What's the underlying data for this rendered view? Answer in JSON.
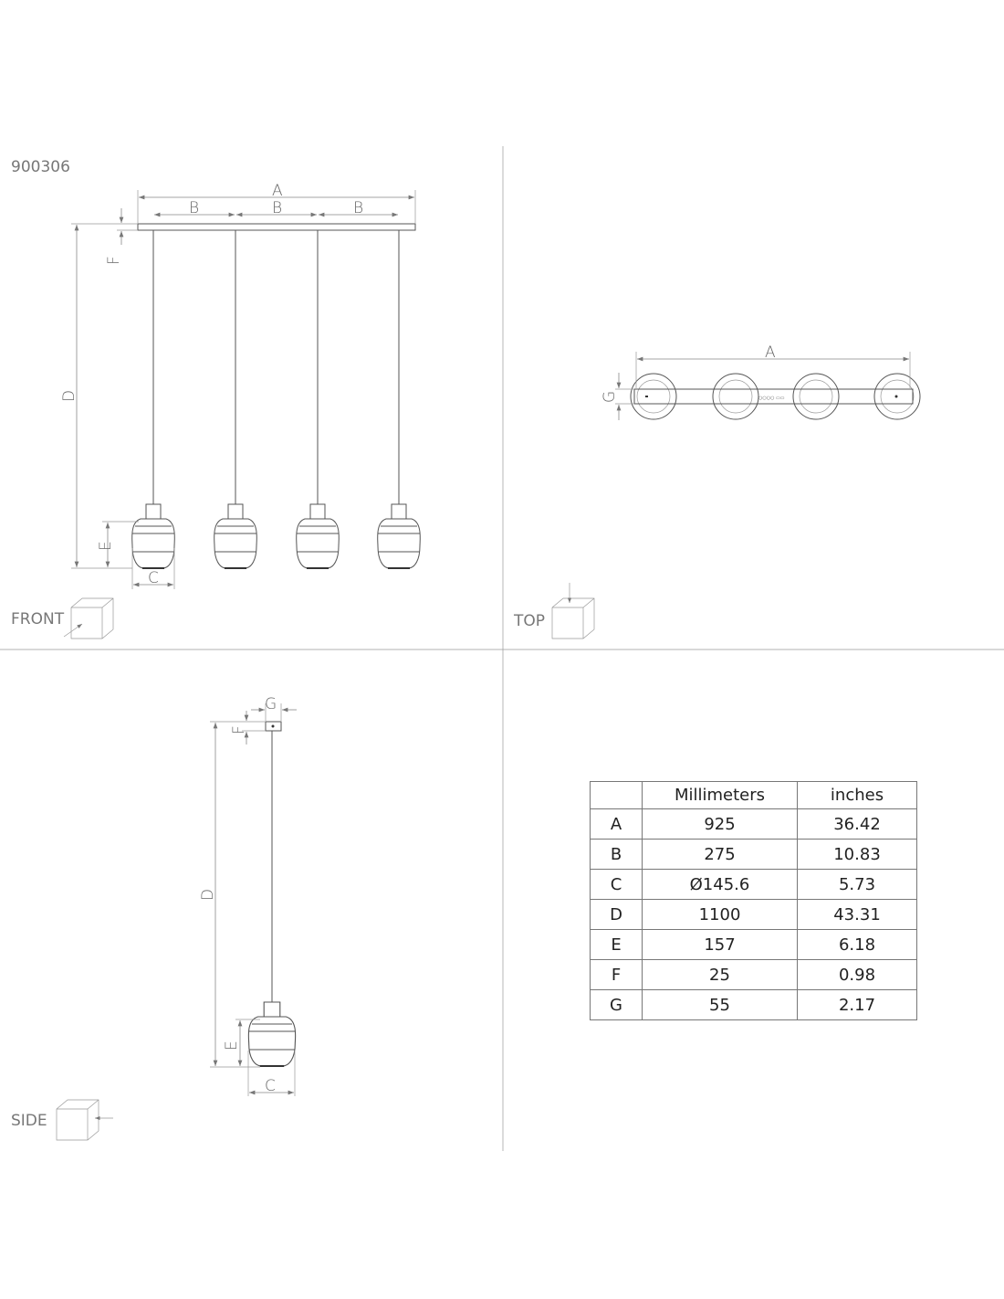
{
  "product_code": "900306",
  "views": {
    "front": "FRONT",
    "top": "TOP",
    "side": "SIDE"
  },
  "dimension_labels": {
    "A": "A",
    "B": "B",
    "C": "C",
    "D": "D",
    "E": "E",
    "F": "F",
    "G": "G"
  },
  "table": {
    "headers": [
      "",
      "Millimeters",
      "inches"
    ],
    "rows": [
      {
        "key": "A",
        "mm": "925",
        "in": "36.42"
      },
      {
        "key": "B",
        "mm": "275",
        "in": "10.83"
      },
      {
        "key": "C",
        "mm": "Ø145.6",
        "in": "5.73"
      },
      {
        "key": "D",
        "mm": "1100",
        "in": "43.31"
      },
      {
        "key": "E",
        "mm": "157",
        "in": "6.18"
      },
      {
        "key": "F",
        "mm": "25",
        "in": "0.98"
      },
      {
        "key": "G",
        "mm": "55",
        "in": "2.17"
      }
    ]
  },
  "colors": {
    "line": "#555555",
    "dimension": "#888888"
  }
}
